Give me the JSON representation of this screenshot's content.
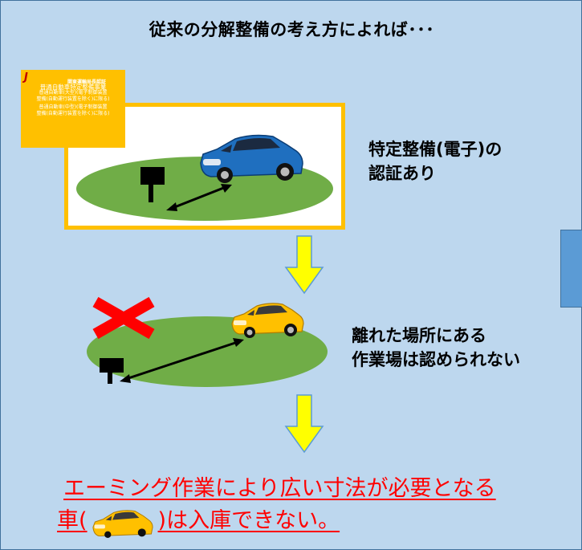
{
  "title": "従来の分解整備の考え方によれば･･･",
  "cert_badge": {
    "logo": "J",
    "authority": "関東運輸局長認証",
    "lines": [
      "普通自動車特定整備事業",
      "普通自動車(大型)(電子制御装置",
      "整備(自動運行装置を除く)に限る)",
      "普通自動車(中型)(電子制御装置",
      "整備(自動運行装置を除く)に限る)"
    ]
  },
  "label_certified": {
    "line1": "特定整備(電子)の",
    "line2": "認証あり"
  },
  "label_rejected": {
    "line1": "離れた場所にある",
    "line2": "作業場は認められない"
  },
  "conclusion": {
    "line1": "エーミング作業により広い寸法が必要となる",
    "line2_prefix": "車(",
    "line2_suffix": ")は入庫できない。"
  },
  "icons": {
    "cross_mark": "x-mark-icon",
    "arrow_down": "arrow-down-icon",
    "car_blue": "car-icon",
    "car_yellow": "car-icon",
    "target_board": "target-board-icon"
  },
  "colors": {
    "background": "#bdd7ee",
    "frame_border": "#ffc000",
    "ground": "#70ad47",
    "arrow_fill": "#ffff00",
    "cross": "#ff0000",
    "conclusion_text": "#ff0000",
    "car_blue": "#1f6fbf",
    "car_yellow": "#ffc000"
  }
}
